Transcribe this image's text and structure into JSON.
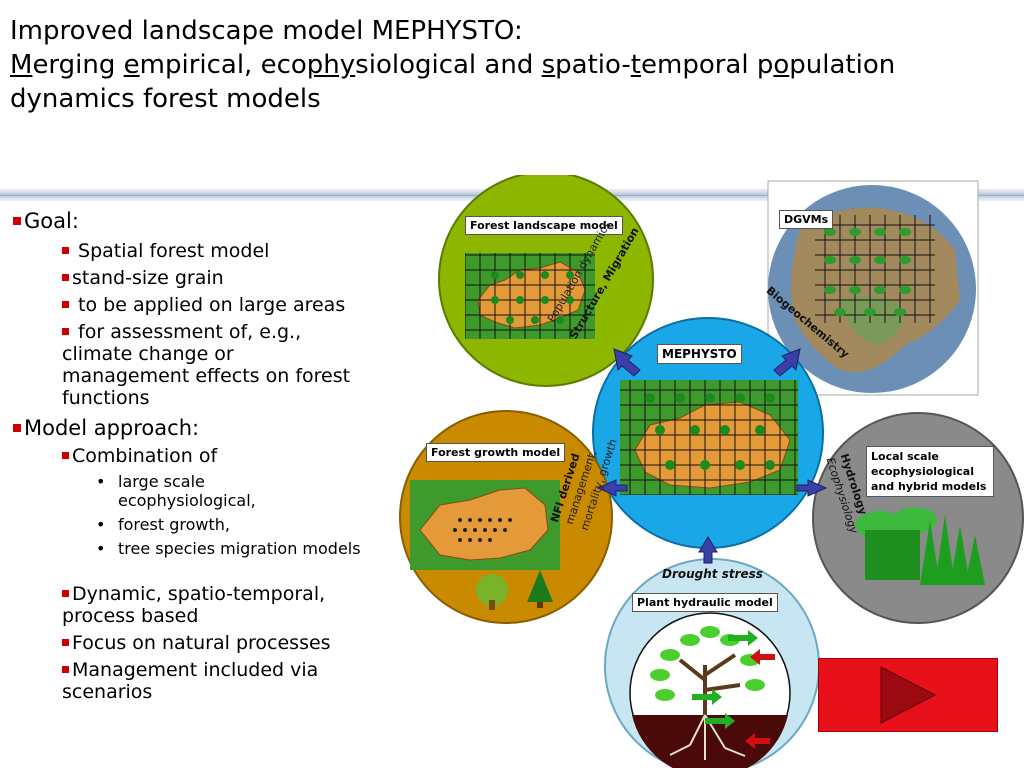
{
  "title": {
    "line1": "Improved landscape model MEPHYSTO:",
    "line2_parts": [
      "M",
      "erging ",
      "e",
      "mpirical, eco",
      "phy",
      "siological and ",
      "s",
      "patio-",
      "t",
      "emporal p",
      "o",
      "pulation"
    ],
    "line3": "dynamics forest models"
  },
  "bullets": {
    "goal": "Goal:",
    "goal_items": [
      " Spatial forest model",
      "stand-size grain",
      " to be applied on large areas",
      " for assessment of, e.g., climate change or management effects on forest functions"
    ],
    "approach": "Model approach:",
    "combination": "Combination of",
    "combination_items": [
      "large scale ecophysiological,",
      "forest growth,",
      "tree species migration models"
    ],
    "approach_items": [
      "Dynamic, spatio-temporal, process based",
      "Focus on natural processes",
      "Management included via scenarios"
    ]
  },
  "diagram": {
    "forest_landscape_model": "Forest landscape model",
    "population_dynamics": "Population dynamics",
    "structure_migration": "Structure, Migration",
    "dgvms": "DGVMs",
    "biogeochemistry": "Biogeochemistry",
    "mephysto": "MEPHYSTO",
    "forest_growth_model": "Forest growth model",
    "nfi_derived": "NFI derived",
    "management_line": "management,",
    "mortality_growth": "mortality, growth",
    "local_scale": "Local scale",
    "ecophys_hybrid_1": "ecophysiological",
    "ecophys_hybrid_2": "and hybrid models",
    "ecophysiology": "Ecophysiology",
    "hydrology": "Hydrology",
    "drought_stress": "Drought stress",
    "plant_hydraulic_model": "Plant hydraulic model"
  },
  "nav": {
    "next_icon": "play-triangle-icon",
    "color": "#e8101a"
  },
  "colors": {
    "bullet": "#cc0000",
    "rule": "#b8c6d9",
    "hub": "#1aa7e8",
    "landscape": "#8db600",
    "growth": "#c98a00"
  }
}
